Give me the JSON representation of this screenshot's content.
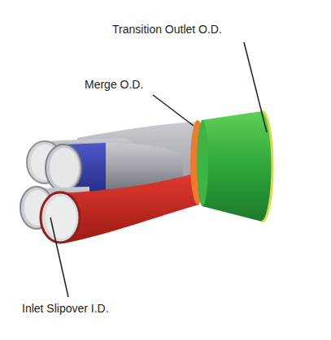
{
  "diagram": {
    "labels": [
      "Transition Outlet O.D.",
      "Merge O.D.",
      "Inlet Slipover I.D."
    ]
  }
}
